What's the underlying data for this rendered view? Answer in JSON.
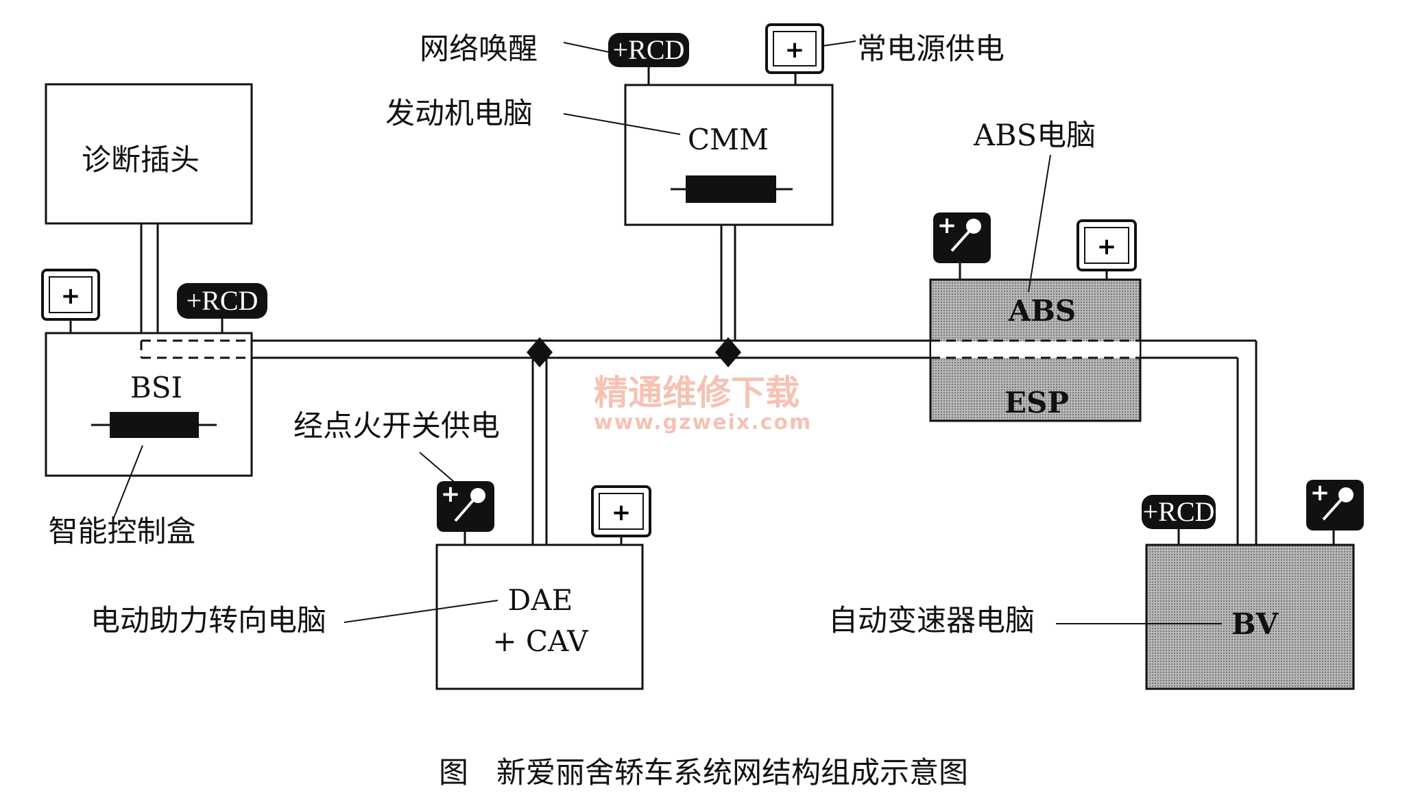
{
  "labels": {
    "network_wakeup": "网络唤醒",
    "constant_power": "常电源供电",
    "engine_ecu": "发动机电脑",
    "abs_ecu": "ABS电脑",
    "diag_connector": "诊断插头",
    "bsi_name": "智能控制盒",
    "ignition_power": "经点火开关供电",
    "eps_ecu": "电动助力转向电脑",
    "gearbox_ecu": "自动变速器电脑"
  },
  "boxes": {
    "cmm": "CMM",
    "bsi": "BSI",
    "abs": "ABS",
    "esp": "ESP",
    "dae": "DAE",
    "cav": "+ CAV",
    "bv": "BV"
  },
  "badges": {
    "rcd": "+RCD",
    "plus": "+"
  },
  "watermark": {
    "line1": "精通维修下载",
    "line2": "www.gzweix.com"
  },
  "caption": "图   新爱丽舍轿车系统网结构组成示意图",
  "colors": {
    "ink": "#111111",
    "shade": "#9a9a9a",
    "watermark": "#f4b8a8"
  }
}
